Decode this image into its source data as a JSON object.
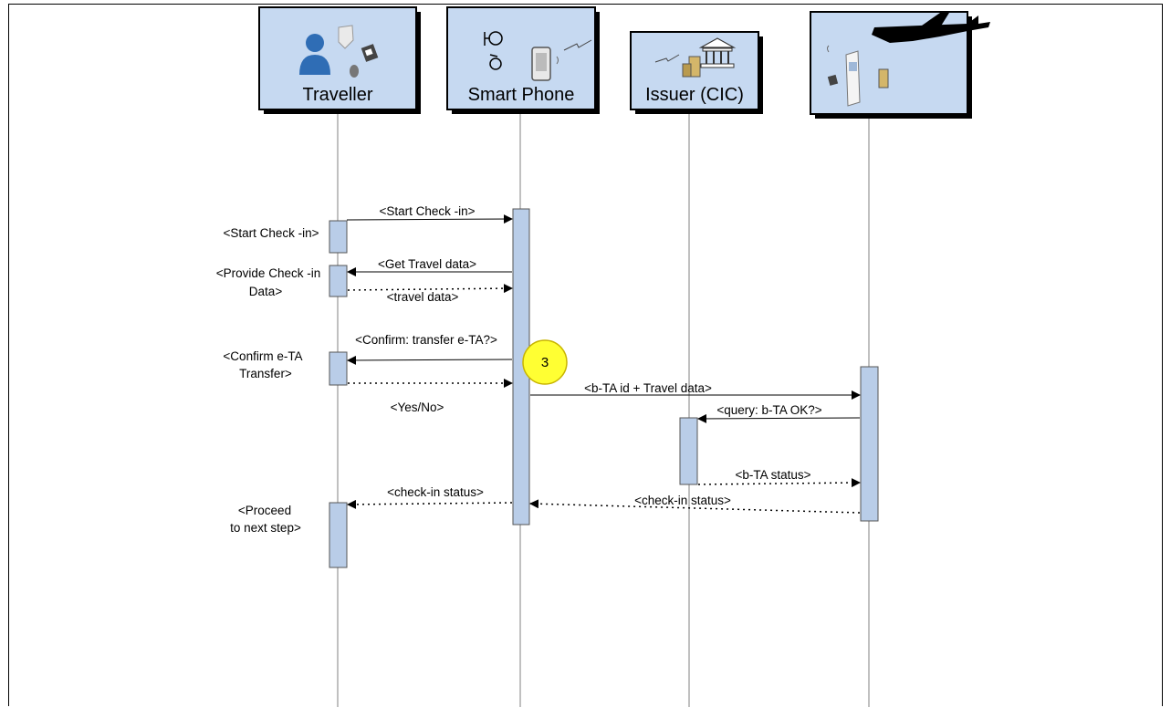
{
  "participants": {
    "traveller": "Traveller",
    "smartphone": "Smart Phone",
    "issuer": "Issuer (CIC)",
    "airline": ""
  },
  "messages": {
    "start_checkin": "<Start Check -in>",
    "get_travel_data": "<Get Travel data>",
    "travel_data": "<travel data>",
    "confirm_transfer": "<Confirm: transfer e-TA?>",
    "yes_no": "<Yes/No>",
    "bta_travel": "<b-TA id + Travel data>",
    "query_bta": "<query: b-TA OK?>",
    "bta_status": "<b-TA status>",
    "checkin_status_phone": "<check-in status>",
    "checkin_status_airline": "<check-in status>"
  },
  "actions": {
    "start_checkin": "<Start Check -in>",
    "provide_line1": "<Provide Check -in",
    "provide_line2": "Data>",
    "confirm_line1": "<Confirm e-TA",
    "confirm_line2": "Transfer>",
    "proceed_line1": "<Proceed",
    "proceed_line2": "to next step>"
  },
  "step_marker": "3",
  "colors": {
    "header_fill": "#c6d9f1",
    "activation_fill": "#b9cde8",
    "lifeline": "#808080",
    "step_marker_fill": "#ffff33",
    "step_marker_stroke": "#c8b400"
  }
}
